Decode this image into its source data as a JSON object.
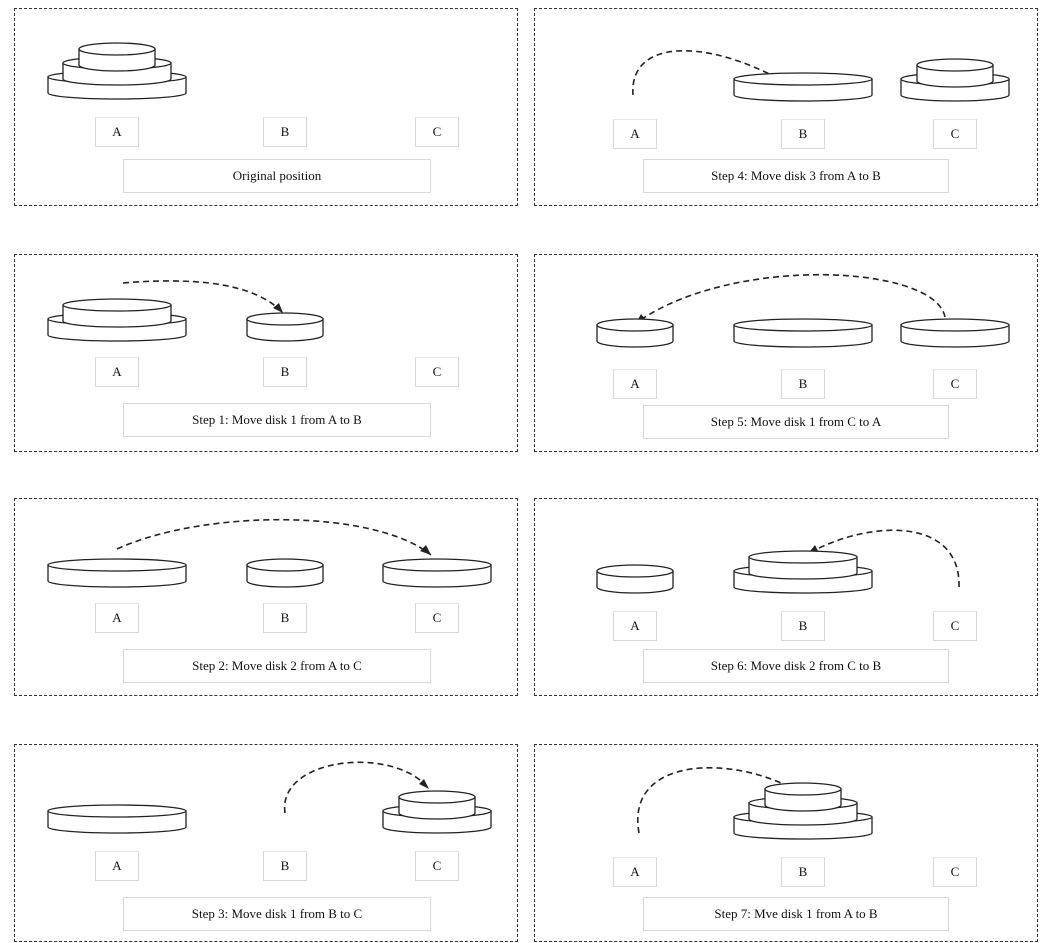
{
  "peg_labels": [
    "A",
    "B",
    "C"
  ],
  "panels": [
    {
      "caption": "Original position",
      "pegs": {
        "A": [
          3,
          2,
          1
        ],
        "B": [],
        "C": []
      }
    },
    {
      "caption": "Step 1: Move disk 1 from A to B",
      "pegs": {
        "A": [
          3,
          2
        ],
        "B": [
          1
        ],
        "C": []
      }
    },
    {
      "caption": "Step 2: Move disk 2 from A to C",
      "pegs": {
        "A": [
          3
        ],
        "B": [
          1
        ],
        "C": [
          2
        ]
      }
    },
    {
      "caption": "Step 3: Move disk 1 from B to C",
      "pegs": {
        "A": [
          3
        ],
        "B": [],
        "C": [
          2,
          1
        ]
      }
    },
    {
      "caption": "Step 4: Move disk 3 from A to B",
      "pegs": {
        "A": [],
        "B": [
          3
        ],
        "C": [
          2,
          1
        ]
      }
    },
    {
      "caption": "Step 5: Move disk 1 from C to A",
      "pegs": {
        "A": [
          1
        ],
        "B": [
          3
        ],
        "C": [
          2
        ]
      }
    },
    {
      "caption": "Step 6: Move disk 2 from C to B",
      "pegs": {
        "A": [
          1
        ],
        "B": [
          3,
          2
        ],
        "C": []
      }
    },
    {
      "caption": "Step 7: Mve disk 1 from A to B",
      "pegs": {
        "A": [],
        "B": [
          3,
          2,
          1
        ],
        "C": []
      }
    }
  ]
}
